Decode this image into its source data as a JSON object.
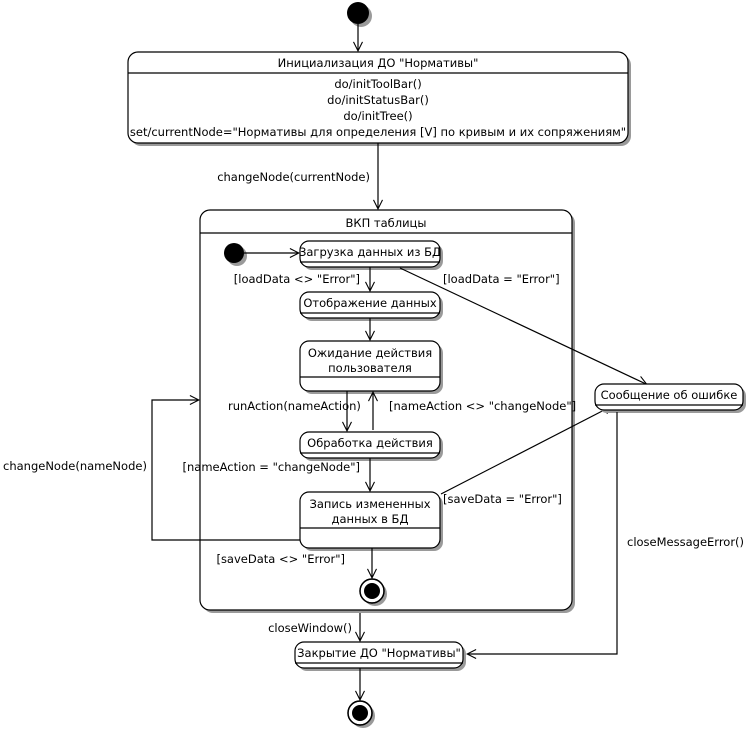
{
  "diagram": {
    "title": "UML State Diagram",
    "type": "state-machine",
    "colors": {
      "stroke": "#000000",
      "fill": "#ffffff",
      "shadow": "#9a9a9a"
    },
    "nodes": {
      "start": {
        "kind": "initial-node"
      },
      "init_state": {
        "name": "Инициализация ДО \"Нормативы\"",
        "actions": [
          "do/initToolBar()",
          "do/initStatusBar()",
          "do/initTree()",
          "set/currentNode=\"Нормативы для определения [V] по кривым и их сопряжениям\""
        ]
      },
      "composite": {
        "name": "ВКП таблицы"
      },
      "inner_start": {
        "kind": "initial-node"
      },
      "load_data": {
        "name": "Загрузка данных из БД"
      },
      "show_data": {
        "name": "Отображение данных"
      },
      "wait_user": {
        "name_line1": "Ожидание действия",
        "name_line2": "пользователя"
      },
      "process_action": {
        "name": "Обработка действия"
      },
      "save_data": {
        "name_line1": "Запись измененных",
        "name_line2": "данных в БД"
      },
      "inner_final": {
        "kind": "final-node"
      },
      "error_message": {
        "name": "Сообщение об ошибке"
      },
      "close_state": {
        "name": "Закрытие ДО \"Нормативы\""
      },
      "final": {
        "kind": "final-node"
      }
    },
    "transitions": {
      "change_node_current": "changeNode(currentNode)",
      "load_ok": "[loadData <> \"Error\"]",
      "load_error": "[loadData = \"Error\"]",
      "run_action": "runAction(nameAction)",
      "name_action_neq": "[nameAction <> \"changeNode\"]",
      "name_action_eq": "[nameAction = \"changeNode\"]",
      "save_error": "[saveData = \"Error\"]",
      "save_ok": "[saveData <> \"Error\"]",
      "change_node_name": "changeNode(nameNode)",
      "close_window": "closeWindow()",
      "close_message_error": "closeMessageError()"
    }
  }
}
